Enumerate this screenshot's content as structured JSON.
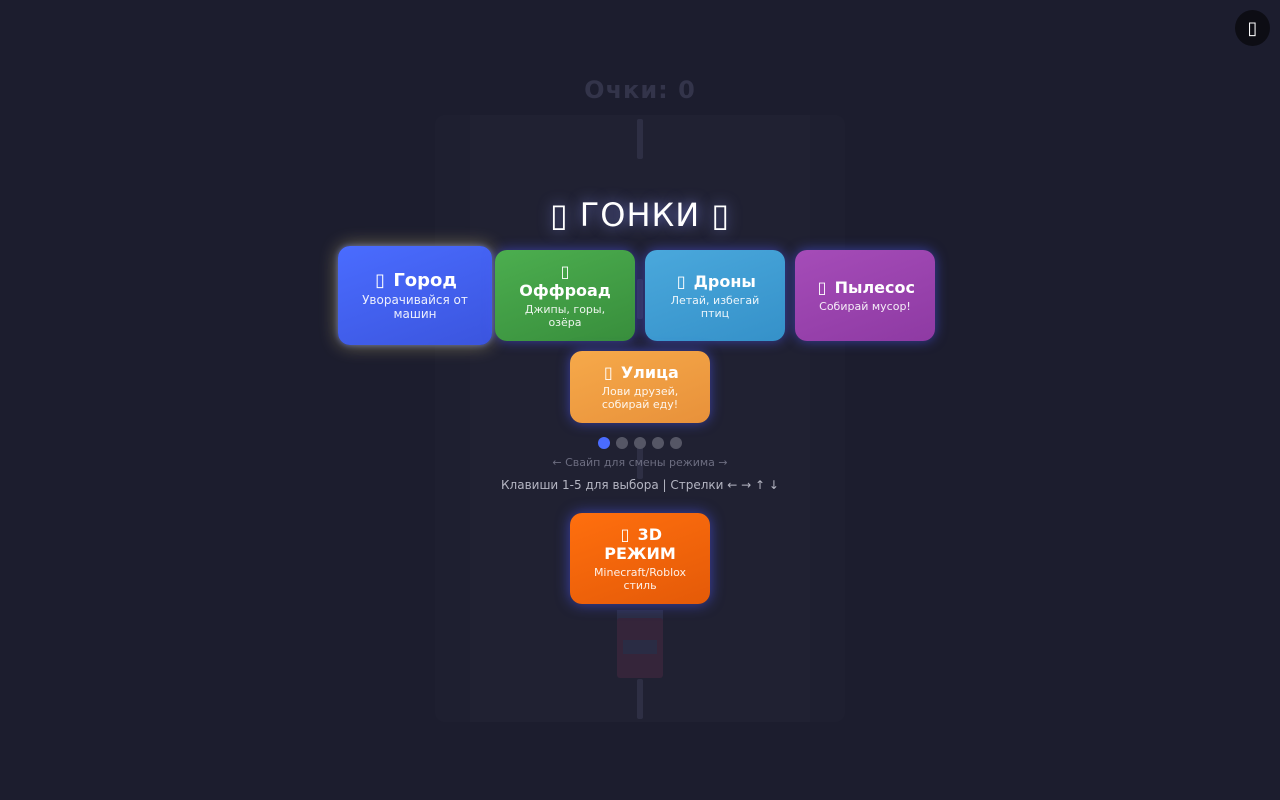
{
  "score_text": "Очки: 0",
  "menu": {
    "title": "ГОНКИ",
    "title_icon": "car-icon",
    "modes": [
      {
        "name": "Город",
        "description": "Уворачивайся от машин",
        "icon": "city-icon",
        "selected": true,
        "color": "#4a6cff"
      },
      {
        "name": "Оффроад",
        "description": "Джипы, горы, озёра",
        "icon": "jeep-icon",
        "selected": false,
        "color": "#4cae4f"
      },
      {
        "name": "Дроны",
        "description": "Летай, избегай птиц",
        "icon": "drone-icon",
        "selected": false,
        "color": "#4aa8dc"
      },
      {
        "name": "Пылесос",
        "description": "Собирай мусор!",
        "icon": "vacuum-icon",
        "selected": false,
        "color": "#a54cb8"
      },
      {
        "name": "Улица",
        "description": "Лови друзей, собирай еду!",
        "icon": "street-icon",
        "selected": false,
        "color": "#f6a94a"
      }
    ],
    "page_count": 5,
    "active_page": 1,
    "swipe_hint": "← Свайп для смены режима →",
    "keys_hint": "Клавиши 1-5 для выбора | Стрелки ← → ↑ ↓",
    "mode_3d": {
      "name": "3D РЕЖИМ",
      "description": "Minecraft/Roblox стиль",
      "icon": "cube-icon",
      "color": "#ff6f0e"
    }
  },
  "corner_button": {
    "icon": "sound-icon"
  }
}
